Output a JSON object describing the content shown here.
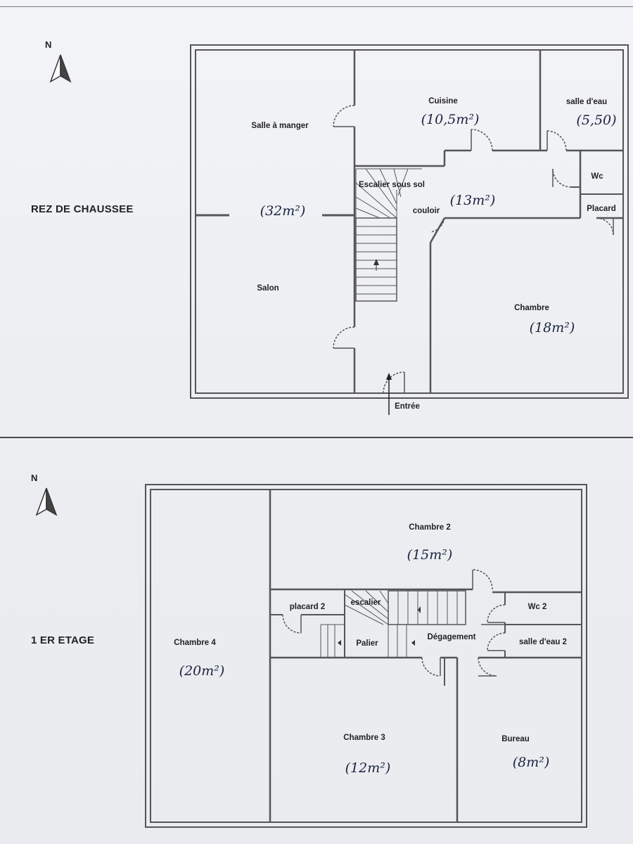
{
  "floors": {
    "ground": {
      "title": "REZ DE CHAUSSEE",
      "north": "N",
      "rooms": {
        "salle_a_manger": "Salle à manger",
        "cuisine": "Cuisine",
        "salle_d_eau": "salle d'eau",
        "wc": "Wc",
        "placard": "Placard",
        "escalier": "Escalier sous sol",
        "couloir": "couloir",
        "salon": "Salon",
        "chambre": "Chambre",
        "entree": "Entrée"
      },
      "areas": {
        "cuisine": "(10,5m²)",
        "salle_d_eau": "(5,50)",
        "sejour": "(32m²)",
        "couloir": "(13m²)",
        "chambre": "(18m²)"
      }
    },
    "first": {
      "title": "1 ER ETAGE",
      "north": "N",
      "rooms": {
        "chambre2": "Chambre 2",
        "placard2": "placard 2",
        "escalier": "escalier",
        "wc2": "Wc 2",
        "palier": "Palier",
        "degagement": "Dégagement",
        "salle_d_eau2": "salle d'eau 2",
        "chambre4": "Chambre 4",
        "chambre3": "Chambre 3",
        "bureau": "Bureau"
      },
      "areas": {
        "chambre2": "(15m²)",
        "chambre4": "(20m²)",
        "chambre3": "(12m²)",
        "bureau": "(8m²)"
      }
    }
  }
}
